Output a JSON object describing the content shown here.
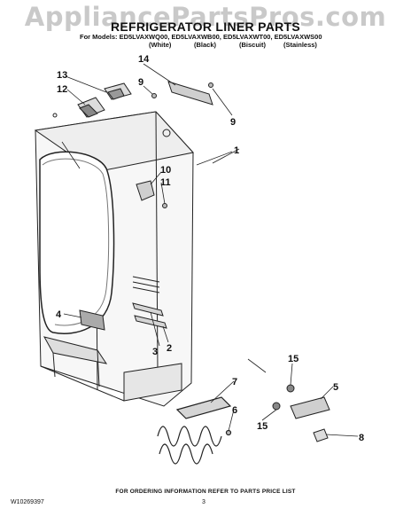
{
  "watermark": "AppliancePartsPros.com",
  "title": "REFRIGERATOR LINER PARTS",
  "models": "For Models: ED5LVAXWQ00, ED5LVAXWB00, ED5LVAXWT00, ED5LVAXWS00",
  "colors": [
    "(White)",
    "(Black)",
    "(Biscuit)",
    "(Stainless)"
  ],
  "callouts": [
    "13",
    "12",
    "14",
    "9",
    "9",
    "1",
    "10",
    "11",
    "4",
    "3",
    "2",
    "7",
    "6",
    "15",
    "5",
    "15",
    "8"
  ],
  "order_note": "FOR ORDERING INFORMATION REFER TO PARTS PRICE LIST",
  "doc_number": "W10269397",
  "page_number": "3"
}
